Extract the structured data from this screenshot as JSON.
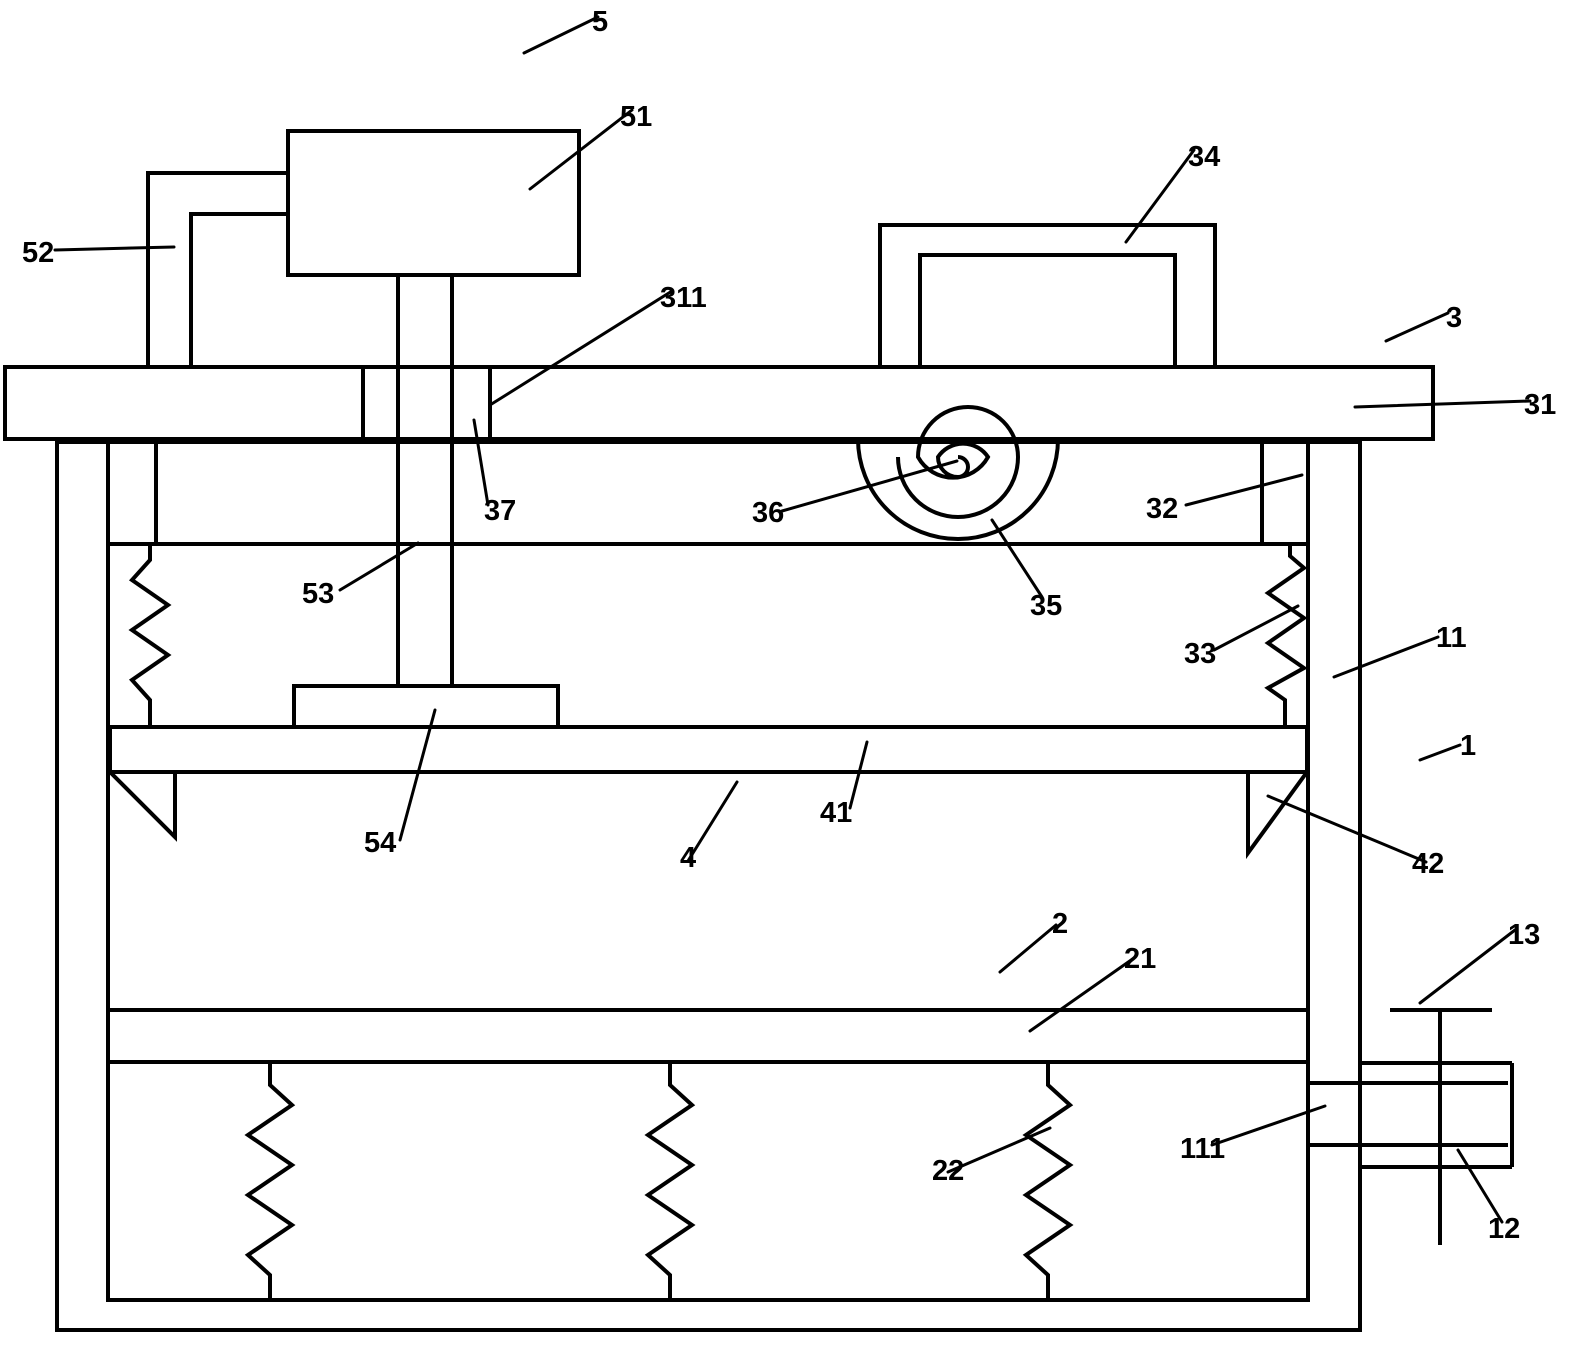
{
  "labels": {
    "l1": "1",
    "l2": "2",
    "l3": "3",
    "l4": "4",
    "l5": "5",
    "l11": "11",
    "l12": "12",
    "l13": "13",
    "l21": "21",
    "l22": "22",
    "l31": "31",
    "l32": "32",
    "l33": "33",
    "l34": "34",
    "l35": "35",
    "l36": "36",
    "l37": "37",
    "l41": "41",
    "l42": "42",
    "l51": "51",
    "l52": "52",
    "l53": "53",
    "l54": "54",
    "l111": "111",
    "l311": "311"
  },
  "colors": {
    "line": "#000000",
    "background": "#ffffff"
  }
}
